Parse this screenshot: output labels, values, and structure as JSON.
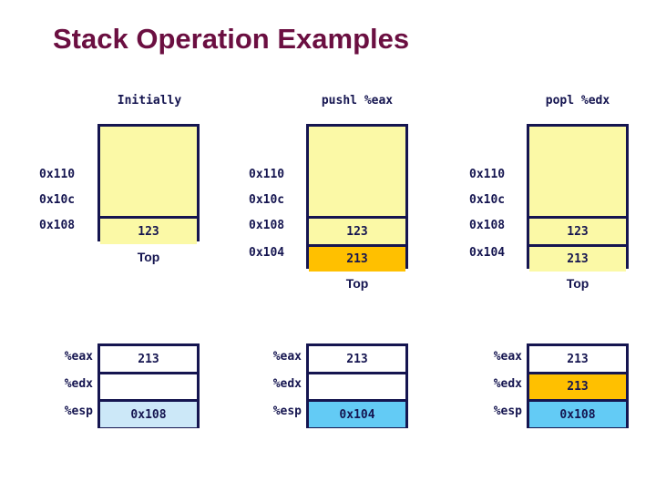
{
  "slide": {
    "title": "Stack Operation Examples",
    "title_color": "#6b0f41",
    "background": "#ffffff",
    "ink_color": "#151550",
    "stack_fill": "#fbf9a6",
    "highlight_amber": "#ffc000",
    "highlight_blue_pale": "#cce8f8",
    "highlight_blue_bright": "#63cbf5",
    "top_label": "Top"
  },
  "columns": [
    {
      "header": "Initially",
      "stack": {
        "addresses": [
          "0x110",
          "0x10c",
          "0x108"
        ],
        "cells": [
          {
            "value": "",
            "fill": "yellow"
          },
          {
            "value": "123",
            "fill": "yellow"
          }
        ],
        "top_label": "Top"
      },
      "registers": {
        "rows": [
          {
            "name": "%eax",
            "value": "213",
            "fill": "white"
          },
          {
            "name": "%edx",
            "value": "",
            "fill": "white"
          },
          {
            "name": "%esp",
            "value": "0x108",
            "fill": "blue-pale"
          }
        ]
      }
    },
    {
      "header": "pushl %eax",
      "stack": {
        "addresses": [
          "0x110",
          "0x10c",
          "0x108",
          "0x104"
        ],
        "cells": [
          {
            "value": "",
            "fill": "yellow"
          },
          {
            "value": "123",
            "fill": "yellow"
          },
          {
            "value": "213",
            "fill": "amber"
          }
        ],
        "top_label": "Top"
      },
      "registers": {
        "rows": [
          {
            "name": "%eax",
            "value": "213",
            "fill": "white"
          },
          {
            "name": "%edx",
            "value": "",
            "fill": "white"
          },
          {
            "name": "%esp",
            "value": "0x104",
            "fill": "blue-bright"
          }
        ]
      }
    },
    {
      "header": "popl %edx",
      "stack": {
        "addresses": [
          "0x110",
          "0x10c",
          "0x108",
          "0x104"
        ],
        "cells": [
          {
            "value": "",
            "fill": "yellow"
          },
          {
            "value": "123",
            "fill": "yellow"
          },
          {
            "value": "213",
            "fill": "yellow"
          }
        ],
        "top_label": "Top"
      },
      "registers": {
        "rows": [
          {
            "name": "%eax",
            "value": "213",
            "fill": "white"
          },
          {
            "name": "%edx",
            "value": "213",
            "fill": "amber"
          },
          {
            "name": "%esp",
            "value": "0x108",
            "fill": "blue-bright"
          }
        ]
      }
    }
  ]
}
